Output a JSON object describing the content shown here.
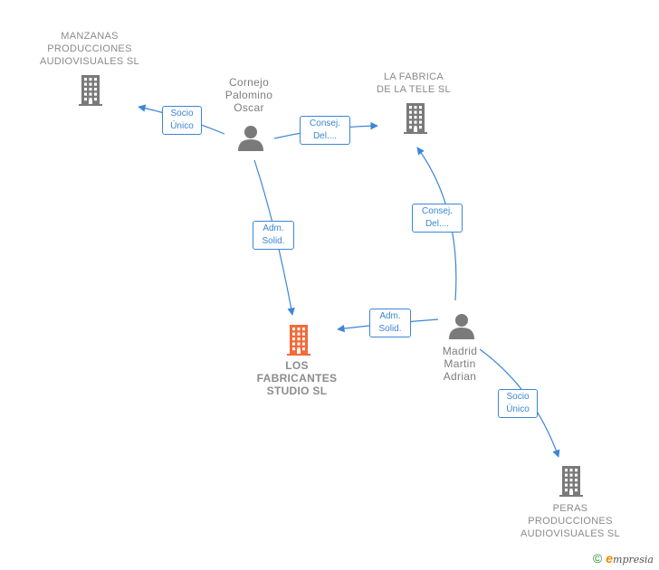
{
  "nodes": {
    "manzanas": {
      "label_lines": [
        "MANZANAS",
        "PRODUCCIONES",
        "AUDIOVISUALES SL"
      ],
      "type": "company",
      "icon": "building-icon",
      "color": "#7a7a7a"
    },
    "fabrica_tele": {
      "label_lines": [
        "LA FABRICA",
        "DE LA TELE SL"
      ],
      "type": "company",
      "icon": "building-icon",
      "color": "#7a7a7a"
    },
    "cornejo": {
      "label_lines": [
        "Cornejo",
        "Palomino",
        "Oscar"
      ],
      "type": "person",
      "icon": "person-icon",
      "color": "#7a7a7a"
    },
    "los_fabricantes": {
      "label_lines": [
        "LOS",
        "FABRICANTES",
        "STUDIO  SL"
      ],
      "type": "company",
      "icon": "building-icon",
      "color": "#f26a3a"
    },
    "madrid": {
      "label_lines": [
        "Madrid",
        "Martin",
        "Adrian"
      ],
      "type": "person",
      "icon": "person-icon",
      "color": "#7a7a7a"
    },
    "peras": {
      "label_lines": [
        "PERAS",
        "PRODUCCIONES",
        "AUDIOVISUALES SL"
      ],
      "type": "company",
      "icon": "building-icon",
      "color": "#7a7a7a"
    }
  },
  "edges": [
    {
      "from": "cornejo",
      "to": "manzanas",
      "label_lines": [
        "Socio",
        "Único"
      ]
    },
    {
      "from": "cornejo",
      "to": "fabrica_tele",
      "label_lines": [
        "Consej.",
        "Del...."
      ]
    },
    {
      "from": "cornejo",
      "to": "los_fabricantes",
      "label_lines": [
        "Adm.",
        "Solid."
      ]
    },
    {
      "from": "madrid",
      "to": "fabrica_tele",
      "label_lines": [
        "Consej.",
        "Del...."
      ]
    },
    {
      "from": "madrid",
      "to": "los_fabricantes",
      "label_lines": [
        "Adm.",
        "Solid."
      ]
    },
    {
      "from": "madrid",
      "to": "peras",
      "label_lines": [
        "Socio",
        "Único"
      ]
    }
  ],
  "colors": {
    "edge": "#3b86d6",
    "node": "#7a7a7a",
    "focus": "#f26a3a"
  },
  "footer": {
    "copyright_symbol": "©",
    "brand_initial": "e",
    "brand_rest": "mpresia"
  }
}
